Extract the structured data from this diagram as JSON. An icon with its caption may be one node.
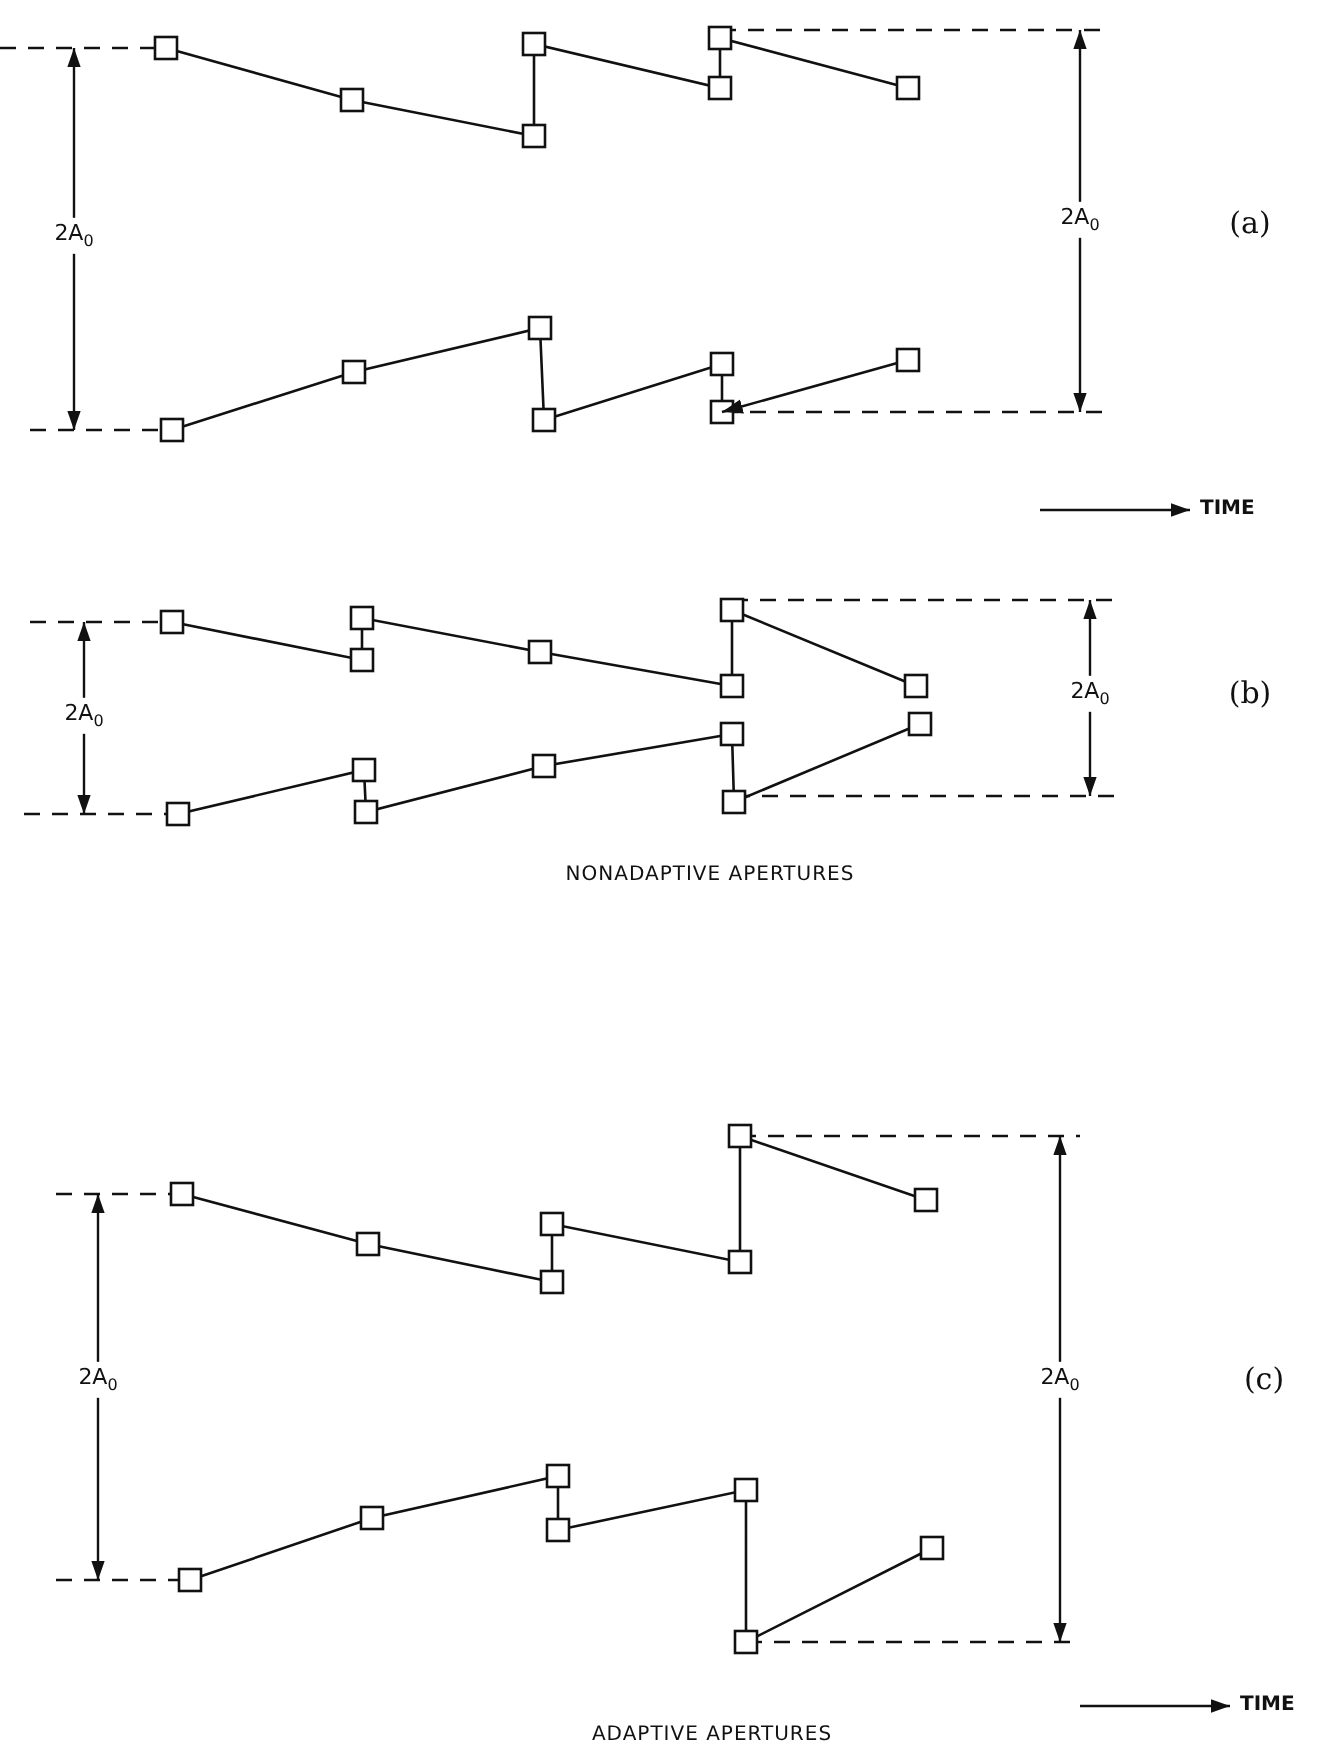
{
  "diagram": {
    "labels": [
      "2A$_{0}$",
      "2A$_{0}$",
      "(a)",
      "TIME",
      "2A$_{0}$",
      "2A$_{0}$",
      "(b)",
      "NONADAPTIVE APERTURES",
      "2A$_{0}$",
      "2A$_{0}$",
      "(c)",
      "TIME",
      "ADAPTIVE APERTURES"
    ]
  }
}
